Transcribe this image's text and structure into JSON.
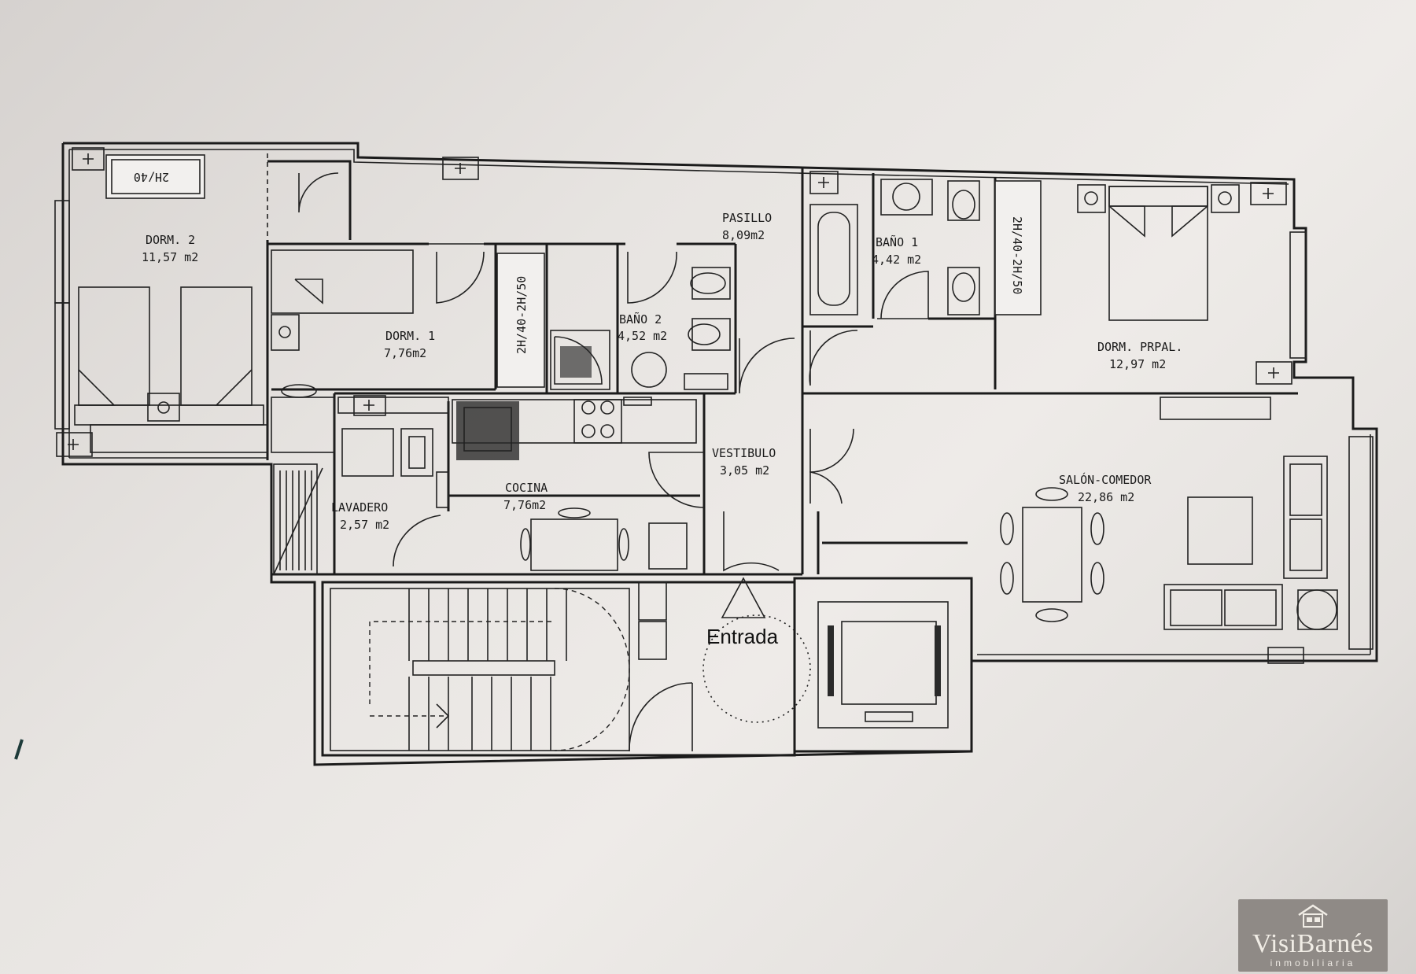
{
  "rooms": {
    "dorm2": {
      "name": "DORM. 2",
      "area": "11,57 m2"
    },
    "dorm1": {
      "name": "DORM. 1",
      "area": "7,76m2"
    },
    "pasillo": {
      "name": "PASILLO",
      "area": "8,09m2"
    },
    "bano2": {
      "name": "BAÑO 2",
      "area": "4,52 m2"
    },
    "bano1": {
      "name": "BAÑO 1",
      "area": "4,42 m2"
    },
    "dorm_prpal": {
      "name": "DORM. PRPAL.",
      "area": "12,97 m2"
    },
    "vestibulo": {
      "name": "VESTIBULO",
      "area": "3,05 m2"
    },
    "cocina": {
      "name": "COCINA",
      "area": "7,76m2"
    },
    "lavadero": {
      "name": "LAVADERO",
      "area": "2,57 m2"
    },
    "salon": {
      "name": "SALÓN-COMEDOR",
      "area": "22,86 m2"
    }
  },
  "entrance_label": "Entrada",
  "closet_labels": {
    "dorm2": "2H/40",
    "dorm1": "2H/40-2H/50",
    "main": "2H/40-2H/50"
  },
  "logo": {
    "brand": "VisiBarnés",
    "subtitle": "inmobiliaria"
  }
}
